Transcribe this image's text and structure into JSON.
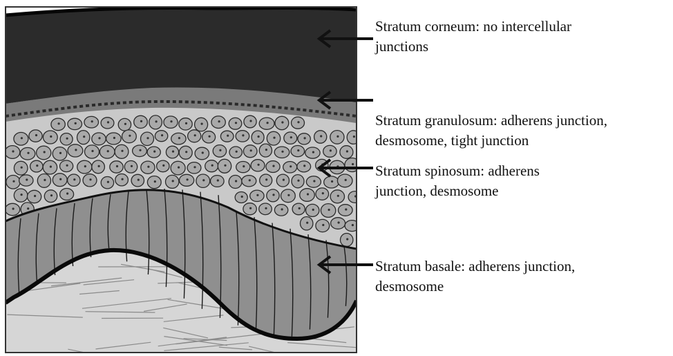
{
  "labels": [
    {
      "line1": "Stratum corneum: no intercellular",
      "line2": "junctions"
    },
    {
      "line1": "Stratum granulosum: adherens junction,",
      "line2": "desmosome, tight junction"
    },
    {
      "line1": "Stratum spinosum: adherens",
      "line2": "junction, desmosome"
    },
    {
      "line1": "Stratum basale: adherens junction,",
      "line2": "desmosome"
    }
  ],
  "colors": {
    "corneum": "#2b2b2b",
    "granulosum": "#7a7a7a",
    "spinosum_bg": "#c9c9c9",
    "spinosum_cell": "#a9a9a9",
    "basale": "#8f8f8f",
    "dermis": "#d6d6d6",
    "outline": "#111111"
  }
}
